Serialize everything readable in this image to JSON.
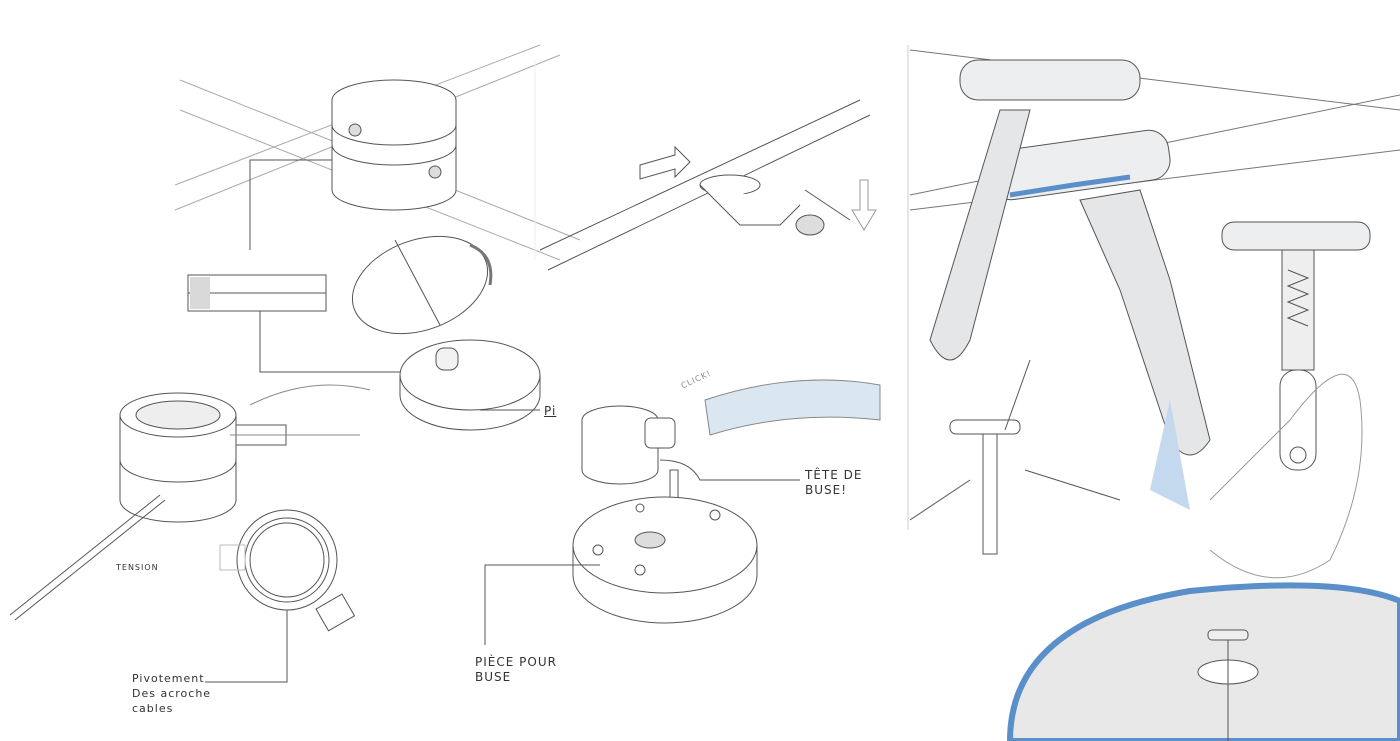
{
  "annotations": {
    "tension": "Tension",
    "pivotement": [
      "Pivotement",
      "Des acroche",
      "cables"
    ],
    "pi_cut": "Pi",
    "click": "Click!",
    "tete_de_buse": [
      "Tête De",
      "Buse!"
    ],
    "piece_pour_buse": [
      "Pièce pour",
      "Buse"
    ]
  },
  "colors": {
    "line": "#333333",
    "blue_accent": "#5b8fc9",
    "hose": "#dbe7f0",
    "shade": "#bfc3c7"
  }
}
